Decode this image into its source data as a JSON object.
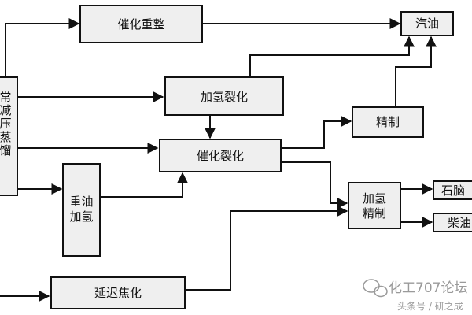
{
  "nodes": {
    "atm_vacuum": [
      "常",
      "减",
      "压",
      "蒸",
      "馏"
    ],
    "reforming": "催化重整",
    "gasoline": "汽油",
    "hydrocracking": "加氢裂化",
    "catalytic_cracking": "催化裂化",
    "refining": "精制",
    "residue_hydro": [
      "重油",
      "加氢"
    ],
    "hydrofining": [
      "加氢",
      "精制"
    ],
    "naphtha": "石脑",
    "diesel": "柴油",
    "coking": "延迟焦化"
  },
  "watermark": {
    "brand": "化工707论坛",
    "source": "头条号 / 研之成"
  },
  "colors": {
    "box_fill": "#efefef",
    "line": "#111111",
    "watermark": "#9a9a9a"
  }
}
